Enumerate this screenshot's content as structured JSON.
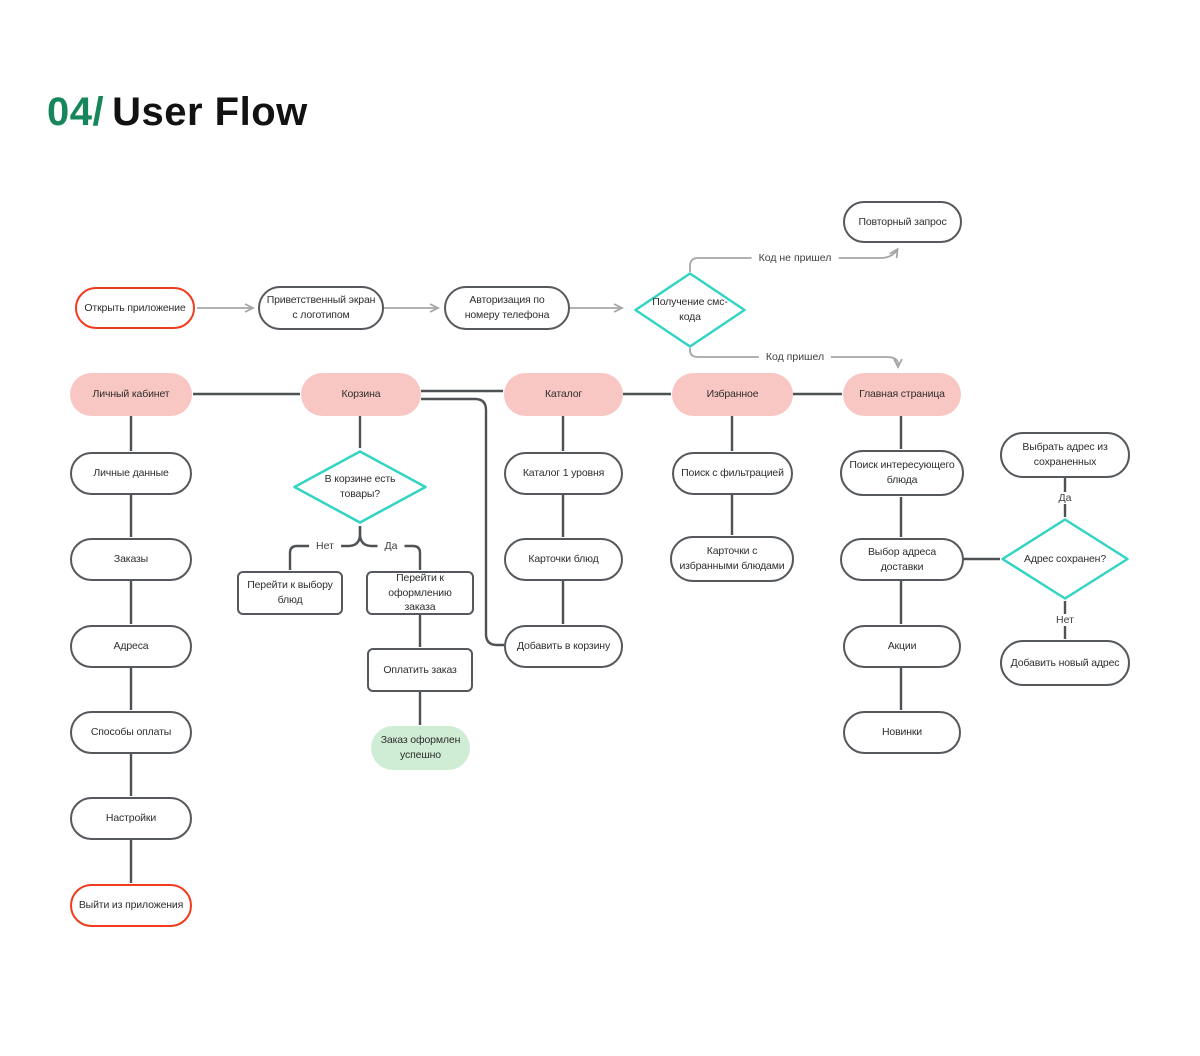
{
  "title": {
    "number": "04/",
    "text": "User Flow"
  },
  "colors": {
    "accent_green": "#17865B",
    "alert_red": "#F23A1D",
    "teal": "#33D4C3",
    "pink": "#F9C7C3",
    "success_green": "#CFEDD4",
    "border_gray": "#55585C",
    "line_light": "#A6A6A6",
    "line_dark": "#4F5254",
    "text_dark": "#2E2E2E"
  },
  "nodes": {
    "open_app": "Открыть приложение",
    "welcome_screen": "Приветственный экран с логотипом",
    "phone_auth": "Авторизация по номеру телефона",
    "sms_code": "Получение смс-кода",
    "repeat_request": "Повторный запрос",
    "personal_account": "Личный кабинет",
    "cart": "Корзина",
    "catalog": "Каталог",
    "favorites": "Избранное",
    "main_page": "Главная страница",
    "personal_data": "Личные данные",
    "orders": "Заказы",
    "addresses": "Адреса",
    "payment_methods": "Способы оплаты",
    "settings": "Настройки",
    "logout": "Выйти из приложения",
    "cart_has_items": "В корзине есть товары?",
    "go_to_dishes": "Перейти к выбору блюд",
    "go_to_checkout": "Перейти к оформлению заказа",
    "pay_order": "Оплатить заказ",
    "order_success": "Заказ оформлен успешно",
    "catalog_level1": "Каталог 1 уровня",
    "dish_cards": "Карточки блюд",
    "add_to_cart": "Добавить в корзину",
    "filtered_search": "Поиск с фильтрацией",
    "favorite_dish_cards": "Карточки с избранными блюдами",
    "dish_search": "Поиск интересующего блюда",
    "delivery_address": "Выбор адреса доставки",
    "promotions": "Акции",
    "new_items": "Новинки",
    "choose_saved_address": "Выбрать адрес из сохраненных",
    "address_saved": "Адрес сохранен?",
    "add_new_address": "Добавить новый адрес"
  },
  "edge_labels": {
    "code_not_received": "Код не пришел",
    "code_received": "Код пришел",
    "no": "Нет",
    "yes": "Да",
    "address_yes": "Да",
    "address_no": "Нет"
  }
}
